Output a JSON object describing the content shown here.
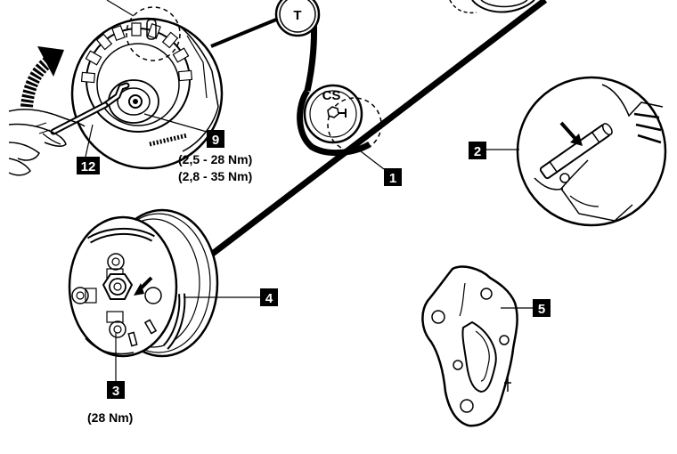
{
  "callouts": {
    "c1": "1",
    "c2": "2",
    "c3": "3",
    "c4": "4",
    "c5": "5",
    "c9": "9",
    "c12": "12"
  },
  "pulley_labels": {
    "tensioner": "T",
    "camshaft_sensor": "CS"
  },
  "torques": {
    "item9_line1": "(2,5 - 28 Nm)",
    "item9_line2": "(2,8 - 35 Nm)",
    "item3": "(28 Nm)"
  },
  "colors": {
    "ink": "#000000",
    "label_bg": "#000000",
    "label_text": "#ffffff",
    "paper": "#ffffff"
  }
}
